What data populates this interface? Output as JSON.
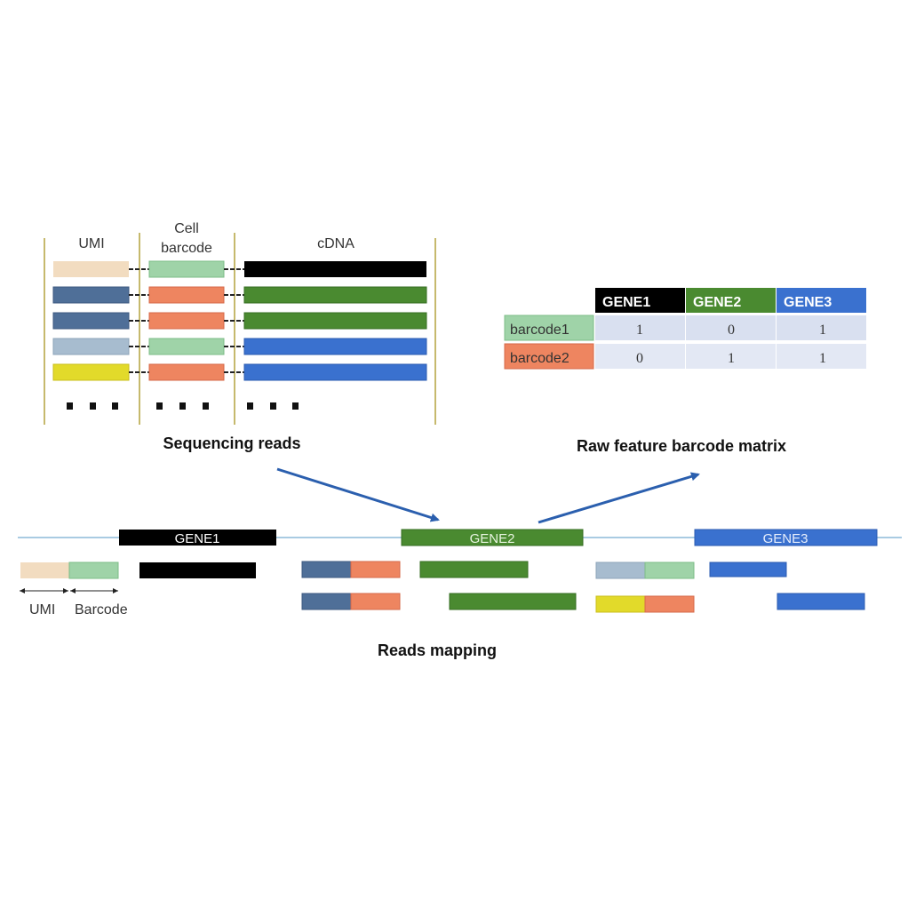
{
  "colors": {
    "umi_beige": "#f2dcc0",
    "steel_blue": "#4f6f98",
    "light_blue_gray": "#a7bccf",
    "yellow": "#e2da2a",
    "light_green": "#9fd3a8",
    "orange": "#ee8560",
    "black": "#000000",
    "green": "#4a8a30",
    "blue": "#3a71cf",
    "divider": "#b4a23d",
    "arrow": "#2b5fae",
    "axis_line": "#a9cbe2",
    "matrix_cell": "#d9e0f0"
  },
  "reads_panel": {
    "col_umi": "UMI",
    "col_barcode_line1": "Cell",
    "col_barcode_line2": "barcode",
    "col_cdna": "cDNA",
    "caption": "Sequencing reads"
  },
  "matrix": {
    "caption": "Raw feature barcode matrix",
    "columns": [
      "GENE1",
      "GENE2",
      "GENE3"
    ],
    "rows": [
      {
        "label": "barcode1",
        "values": [
          "1",
          "0",
          "1"
        ]
      },
      {
        "label": "barcode2",
        "values": [
          "0",
          "1",
          "1"
        ]
      }
    ]
  },
  "mapping": {
    "genes": [
      "GENE1",
      "GENE2",
      "GENE3"
    ],
    "legend_umi": "UMI",
    "legend_barcode": "Barcode",
    "caption": "Reads mapping"
  }
}
